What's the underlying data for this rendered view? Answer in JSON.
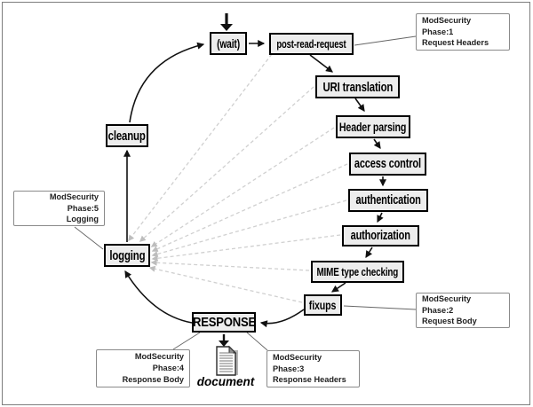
{
  "diagram": {
    "stages": [
      {
        "id": "wait",
        "label": "(wait)"
      },
      {
        "id": "post-read-request",
        "label": "post-read-request"
      },
      {
        "id": "uri-translation",
        "label": "URI translation"
      },
      {
        "id": "header-parsing",
        "label": "Header parsing"
      },
      {
        "id": "access-control",
        "label": "access control"
      },
      {
        "id": "authentication",
        "label": "authentication"
      },
      {
        "id": "authorization",
        "label": "authorization"
      },
      {
        "id": "mime-type-checking",
        "label": "MIME type checking"
      },
      {
        "id": "fixups",
        "label": "fixups"
      },
      {
        "id": "response",
        "label": "RESPONSE"
      },
      {
        "id": "logging",
        "label": "logging"
      },
      {
        "id": "cleanup",
        "label": "cleanup"
      }
    ],
    "annotations": [
      {
        "id": "phase1",
        "line1": "ModSecurity Phase:1",
        "line2": "Request Headers",
        "align": "left"
      },
      {
        "id": "phase2",
        "line1": "ModSecurity Phase:2",
        "line2": "Request Body",
        "align": "left"
      },
      {
        "id": "phase3",
        "line1": "ModSecurity Phase:3",
        "line2": "Response Headers",
        "align": "left"
      },
      {
        "id": "phase4",
        "line1": "ModSecurity Phase:4",
        "line2": "Response Body",
        "align": "right"
      },
      {
        "id": "phase5",
        "line1": "ModSecurity Phase:5",
        "line2": "Logging",
        "align": "right"
      }
    ],
    "document_label": "document",
    "icons": {
      "document": "document-icon",
      "entry": "down-arrow-icon"
    },
    "colors": {
      "stage_fill": "#ededed",
      "stage_border": "#000000",
      "note_border": "#8a8a8a",
      "flow_arrow": "#111111",
      "dashed_line": "#d0d0d0",
      "connector_line": "#666666",
      "frame_border": "#7d7d7d"
    },
    "edges": {
      "flow": [
        "(wait)",
        "post-read-request",
        "URI translation",
        "Header parsing",
        "access control",
        "authentication",
        "authorization",
        "MIME type checking",
        "fixups",
        "RESPONSE",
        "logging",
        "cleanup",
        "(wait)"
      ],
      "response_to_document": true,
      "dashed_to_logging_from": [
        "post-read-request",
        "URI translation",
        "Header parsing",
        "access control",
        "authentication",
        "authorization",
        "MIME type checking",
        "fixups"
      ],
      "annotation_links": [
        [
          "post-read-request",
          "phase1"
        ],
        [
          "fixups",
          "phase2"
        ],
        [
          "RESPONSE",
          "phase3"
        ],
        [
          "RESPONSE",
          "phase4"
        ],
        [
          "logging",
          "phase5"
        ]
      ]
    }
  }
}
